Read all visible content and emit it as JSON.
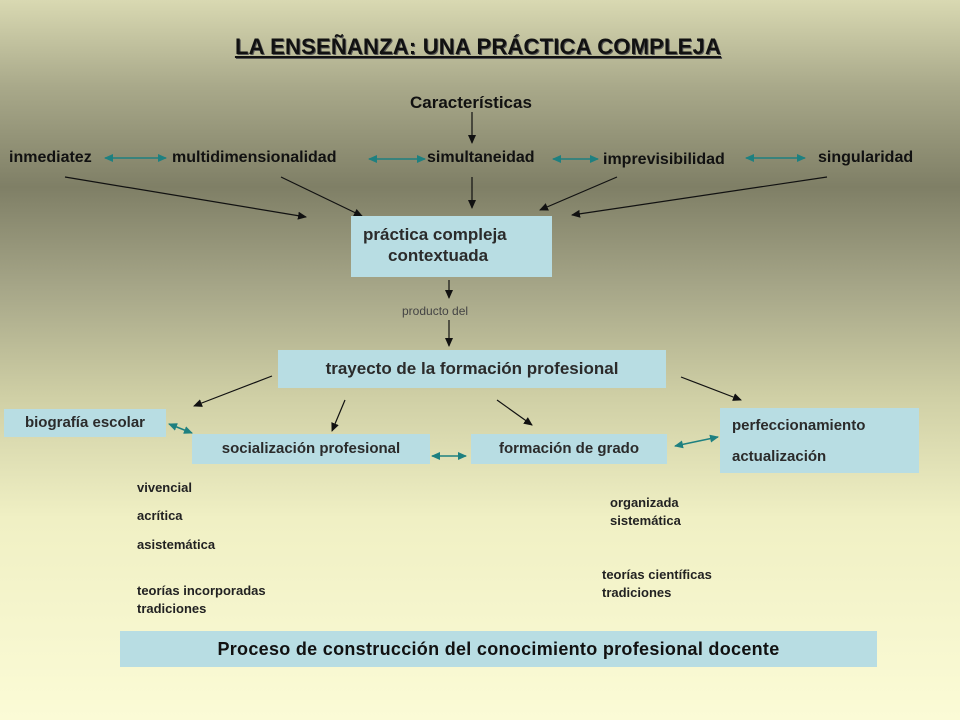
{
  "title": "LA ENSEÑANZA: UNA PRÁCTICA COMPLEJA",
  "caracteristicas": "Características",
  "features": {
    "inmediatez": "inmediatez",
    "multidimensionalidad": "multidimensionalidad",
    "simultaneidad": "simultaneidad",
    "imprevisibilidad": "imprevisibilidad",
    "singularidad": "singularidad"
  },
  "practica": {
    "line1": "práctica compleja",
    "line2": "contextuada"
  },
  "producto_del": "producto del",
  "trayecto": "trayecto de la formación profesional",
  "biografia": "biografía escolar",
  "socializacion": "socialización profesional",
  "formacion_grado": "formación de grado",
  "perfeccionamiento": {
    "line1": "perfeccionamiento",
    "line2": "actualización"
  },
  "left_notes": {
    "vivencial": "vivencial",
    "acritica": "acrítica",
    "asistematica": "asistemática",
    "teorias": "teorías incorporadas",
    "tradiciones": "tradiciones"
  },
  "right_notes": {
    "organizada": "organizada",
    "sistematica": "sistemática",
    "teorias": "teorías científicas",
    "tradiciones": "tradiciones"
  },
  "proceso": "Proceso de construcción del conocimiento profesional docente",
  "colors": {
    "box": "#b8dde3",
    "double_arrow": "#1e8080",
    "arrow": "#111111"
  }
}
